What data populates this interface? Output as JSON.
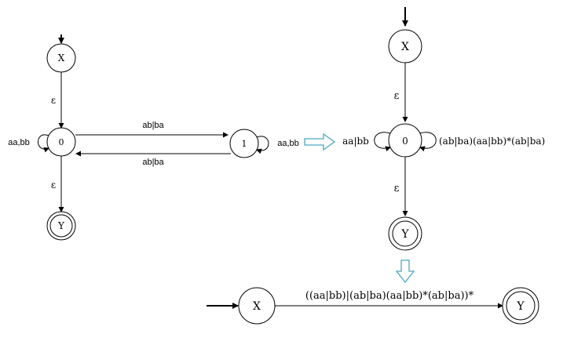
{
  "diagram1": {
    "state_x": "X",
    "state_0": "0",
    "state_1": "1",
    "state_y": "Y",
    "edge_x_0": "ε",
    "loop_0": "aa,bb",
    "edge_0_1": "ab|ba",
    "edge_1_0": "ab|ba",
    "loop_1": "aa,bb",
    "edge_0_y": "ε"
  },
  "diagram2": {
    "state_x": "X",
    "state_0": "0",
    "state_y": "Y",
    "edge_x_0": "ε",
    "loop_left": "aa|bb",
    "loop_right": "(ab|ba)(aa|bb)*(ab|ba)",
    "edge_0_y": "ε"
  },
  "diagram3": {
    "state_x": "X",
    "state_y": "Y",
    "edge_x_y": "((aa|bb)|(ab|ba)(aa|bb)*(ab|ba))*"
  },
  "colors": {
    "stroke": "#000000",
    "arrow_hollow": "#4aa8c0"
  }
}
